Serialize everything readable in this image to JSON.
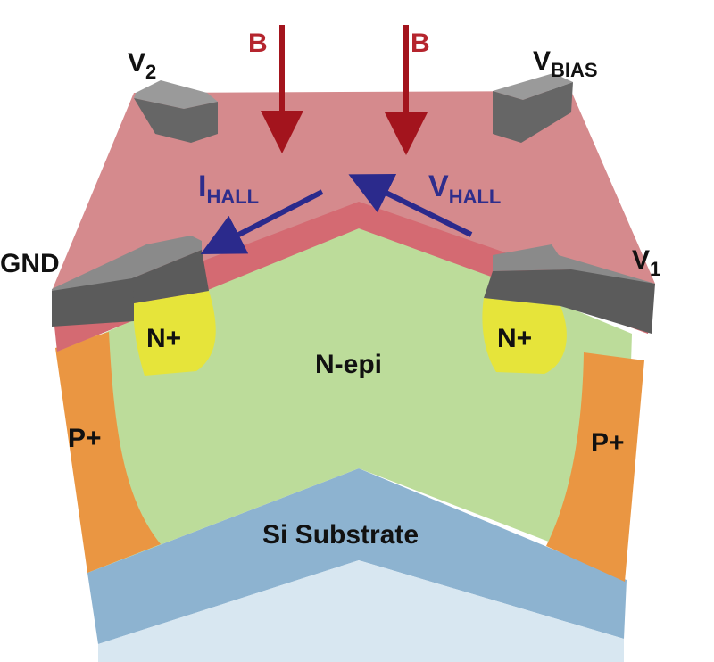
{
  "labels": {
    "b_left": "B",
    "b_right": "B",
    "v2_main": "V",
    "v2_sub": "2",
    "vbias_main": "V",
    "vbias_sub": "BIAS",
    "i_hall_main": "I",
    "i_hall_sub": "HALL",
    "v_hall_main": "V",
    "v_hall_sub": "HALL",
    "gnd": "GND",
    "v1_main": "V",
    "v1_sub": "1",
    "n_plus_left": "N+",
    "n_plus_right": "N+",
    "n_epi": "N-epi",
    "p_plus_left": "P+",
    "p_plus_right": "P+",
    "si_substrate": "Si Substrate"
  },
  "colors": {
    "oxide_top": "#d58a8d",
    "oxide_edge": "#d46a72",
    "n_epi": "#bcdc9a",
    "n_plus": "#e6e43a",
    "p_plus": "#ea9642",
    "substrate": "#8db3d0",
    "substrate_light": "#d8e7f1",
    "contact": "#5b5b5b",
    "contact_light": "#8a8a8a",
    "magnetic_arrow": "#a3141d",
    "hall_arrow": "#2b2a8c"
  }
}
